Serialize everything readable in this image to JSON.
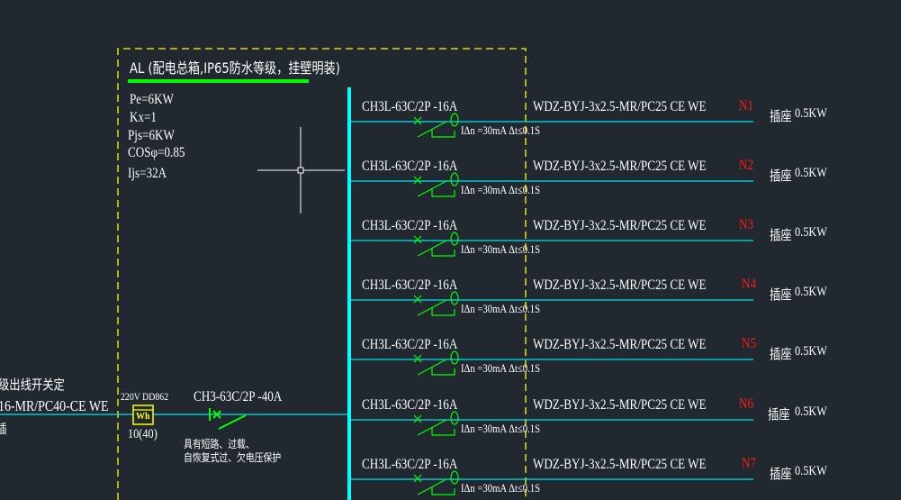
{
  "panel": {
    "title": "AL (配电总箱,IP65防水等级，挂壁明装)",
    "params": [
      "Pe=6KW",
      "Kx=1",
      "Pjs=6KW",
      "COSφ=0.85",
      "Ijs=32A"
    ]
  },
  "incoming": {
    "upper_label": "级出线开关定",
    "cable_label": "16-MR/PC40-CE WE",
    "lower_label": "插",
    "meter_top": "220V DD862",
    "meter_symbol": "Wh",
    "meter_rating": "10(40)",
    "main_breaker": "CH3-63C/2P -40A",
    "main_breaker_note_1": "具有短路、过载、",
    "main_breaker_note_2": "自恢复式过、欠电压保护"
  },
  "branches": [
    {
      "breaker": "CH3L-63C/2P -16A",
      "rcd": "IΔn =30mA Δt≤0.1S",
      "cable": "WDZ-BYJ-3x2.5-MR/PC25 CE WE",
      "circuit": "N1",
      "load_type": "插座",
      "load_power": "0.5KW"
    },
    {
      "breaker": "CH3L-63C/2P -16A",
      "rcd": "IΔn =30mA Δt≤0.1S",
      "cable": "WDZ-BYJ-3x2.5-MR/PC25 CE WE",
      "circuit": "N2",
      "load_type": "插座",
      "load_power": "0.5KW"
    },
    {
      "breaker": "CH3L-63C/2P -16A",
      "rcd": "IΔn =30mA Δt≤0.1S",
      "cable": "WDZ-BYJ-3x2.5-MR/PC25 CE WE",
      "circuit": "N3",
      "load_type": "插座",
      "load_power": "0.5KW"
    },
    {
      "breaker": "CH3L-63C/2P -16A",
      "rcd": "IΔn =30mA Δt≤0.1S",
      "cable": "WDZ-BYJ-3x2.5-MR/PC25 CE WE",
      "circuit": "N4",
      "load_type": "插座",
      "load_power": "0.5KW"
    },
    {
      "breaker": "CH3L-63C/2P -16A",
      "rcd": "IΔn =30mA Δt≤0.1S",
      "cable": "WDZ-BYJ-3x2.5-MR/PC25 CE WE",
      "circuit": "N5",
      "load_type": "插座",
      "load_power": "0.5KW"
    },
    {
      "breaker": "CH3L-63C/2P -16A",
      "rcd": "IΔn =30mA Δt≤0.1S",
      "cable": "WDZ-BYJ-3x2.5-MR/PC25 CE WE",
      "circuit": "N6",
      "load_type": "插座",
      "load_power": "0.5KW"
    },
    {
      "breaker": "CH3L-63C/2P -16A",
      "rcd": "IΔn =30mA Δt≤0.1S",
      "cable": "WDZ-BYJ-3x2.5-MR/PC25 CE WE",
      "circuit": "N7",
      "load_type": "插座",
      "load_power": "0.5KW"
    }
  ],
  "colors": {
    "background": "#212830",
    "bus": "#00ffff",
    "wire": "#00e5ee",
    "frame": "#ffff00",
    "symbol": "#00ff00",
    "text": "#ffffff",
    "circuit_label": "#ff0000"
  }
}
